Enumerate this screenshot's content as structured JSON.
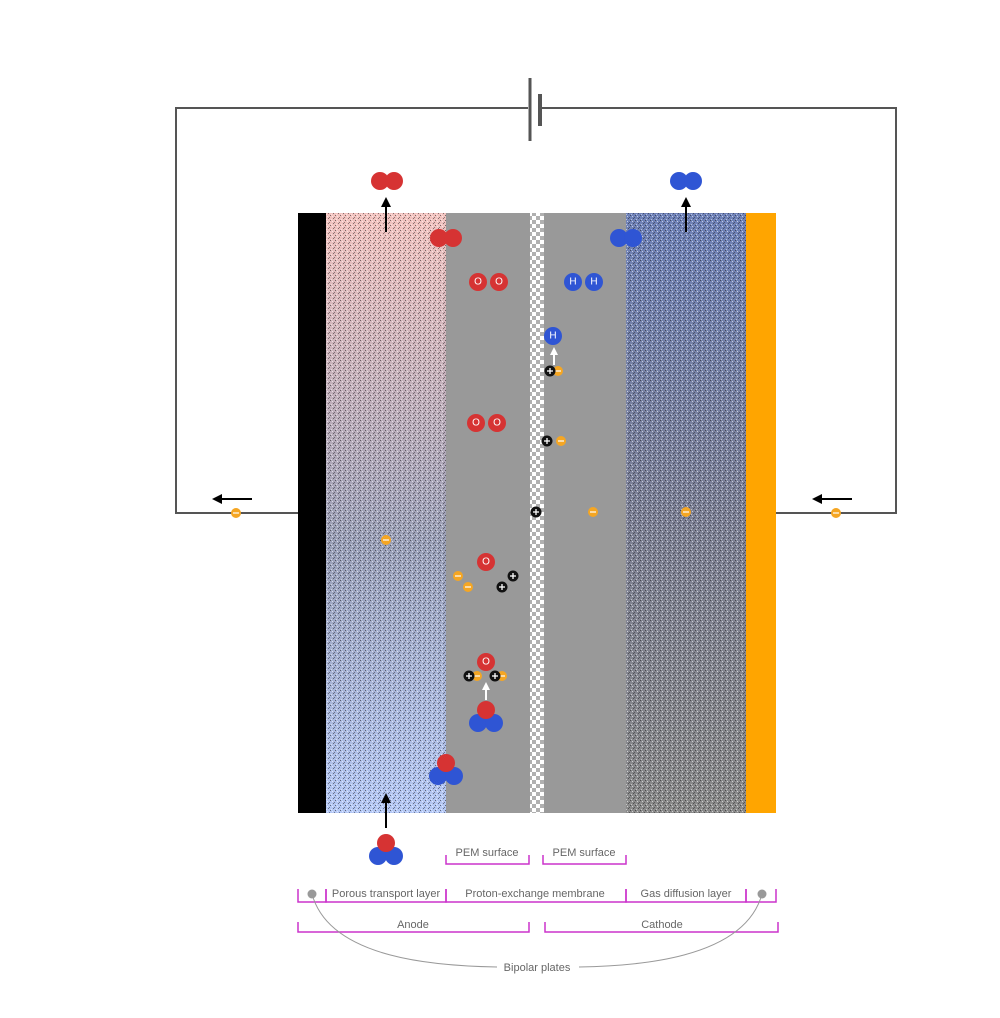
{
  "labels": {
    "pem_surface_left": "PEM surface",
    "pem_surface_right": "PEM surface",
    "porous_transport_layer": "Porous transport layer",
    "proton_exchange_membrane": "Proton-exchange membrane",
    "gas_diffusion_layer": "Gas diffusion layer",
    "anode": "Anode",
    "cathode": "Cathode",
    "bipolar_plates": "Bipolar plates"
  },
  "atoms": {
    "oxygen": "O",
    "hydrogen": "H"
  },
  "colors": {
    "oxygen": "#d63333",
    "hydrogen": "#2f55d4",
    "electron": "#f5a623",
    "proton": "#111111",
    "anode_plate": "#000000",
    "cathode_plate": "#ffa500",
    "membrane": "#999999",
    "bracket": "#cc33cc",
    "wire": "#555555"
  }
}
